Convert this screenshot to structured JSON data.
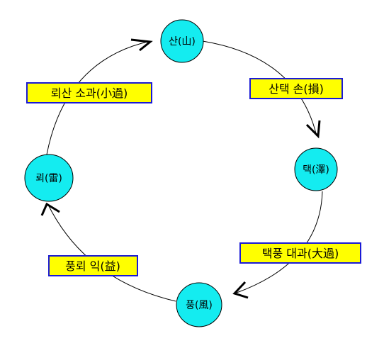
{
  "colors": {
    "node_fill": "#14ecf0",
    "label_fill": "#ffff00",
    "label_border": "#1a1ad6",
    "line": "#000000",
    "background": "#ffffff"
  },
  "nodes": [
    {
      "id": "san",
      "label": "산(山)"
    },
    {
      "id": "taek",
      "label": "택(澤)"
    },
    {
      "id": "pung",
      "label": "풍(風)"
    },
    {
      "id": "roe",
      "label": "뢰(雷)"
    }
  ],
  "edges": [
    {
      "from": "san",
      "to": "taek",
      "label": "산택 손(損)"
    },
    {
      "from": "taek",
      "to": "pung",
      "label": "택풍 대과(大過)"
    },
    {
      "from": "pung",
      "to": "roe",
      "label": "풍뢰 익(益)"
    },
    {
      "from": "roe",
      "to": "san",
      "label": "뢰산 소과(小過)"
    }
  ]
}
